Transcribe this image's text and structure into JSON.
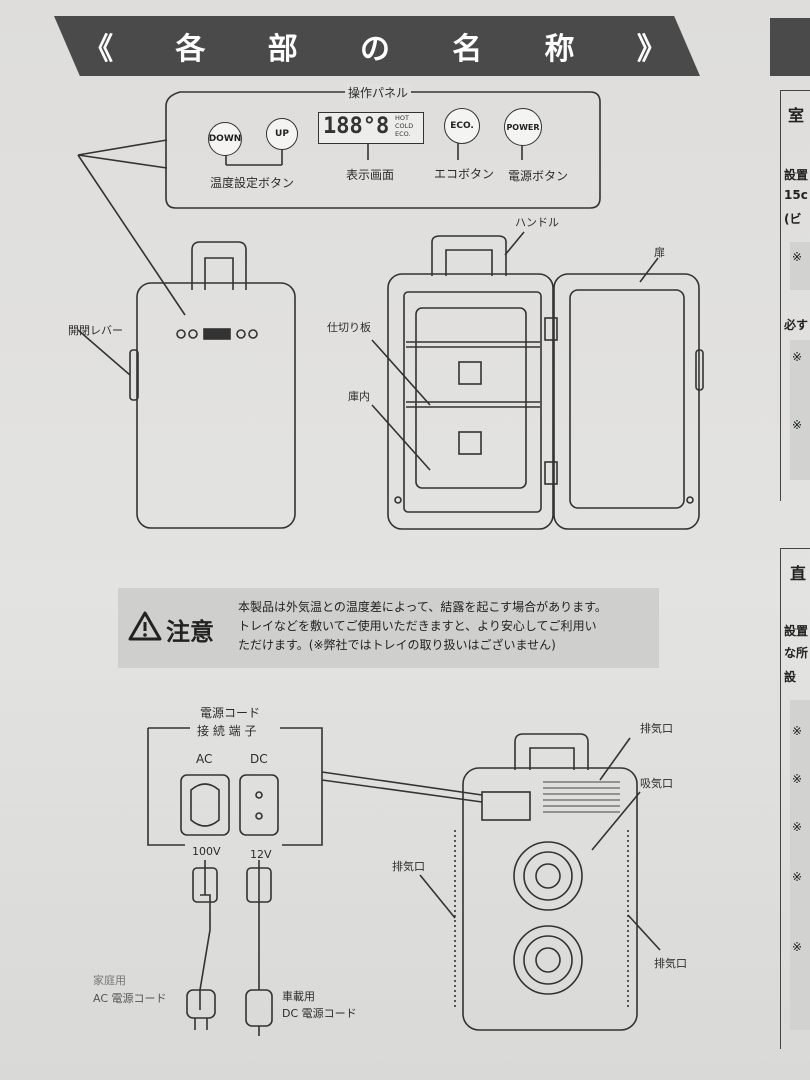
{
  "header": {
    "open_mark": "《",
    "chars": [
      "各",
      "部",
      "の",
      "名",
      "称"
    ],
    "close_mark": "》"
  },
  "panel": {
    "title": "操作パネル",
    "down_label": "DOWN",
    "up_label": "UP",
    "display_digits": "188°8",
    "display_modes": [
      "HOT",
      "COLD",
      "ECO."
    ],
    "eco_label": "ECO.",
    "power_label": "POWER",
    "temp_caption": "温度設定ボタン",
    "display_caption": "表示画面",
    "eco_caption": "エコボタン",
    "power_caption": "電源ボタン"
  },
  "fridge_labels": {
    "lever": "開閉レバー",
    "handle": "ハンドル",
    "door": "扉",
    "shelf": "仕切り板",
    "interior": "庫内"
  },
  "caution": {
    "title": "注意",
    "lines": [
      "本製品は外気温との温度差によって、結露を起こす場合があります。",
      "トレイなどを敷いてご使用いただきますと、より安心してご利用い",
      "ただけます。(※弊社ではトレイの取り扱いはございません)"
    ]
  },
  "power": {
    "cord_title_1": "電源コード",
    "cord_title_2": "接 続 端 子",
    "ac_label": "AC",
    "dc_label": "DC",
    "ac_voltage": "100V",
    "dc_voltage": "12V",
    "ac_cord_1": "家庭用",
    "ac_cord_2": "AC 電源コード",
    "dc_cord_1": "車載用",
    "dc_cord_2": "DC 電源コード",
    "exhaust": "排気口",
    "intake": "吸気口"
  },
  "side": {
    "items": [
      "室",
      "設置",
      "15c",
      "(ビ",
      "※",
      "必す",
      "※",
      "※",
      "直",
      "設置",
      "な所",
      "設",
      "※",
      "※",
      "※",
      "※",
      "※"
    ]
  }
}
